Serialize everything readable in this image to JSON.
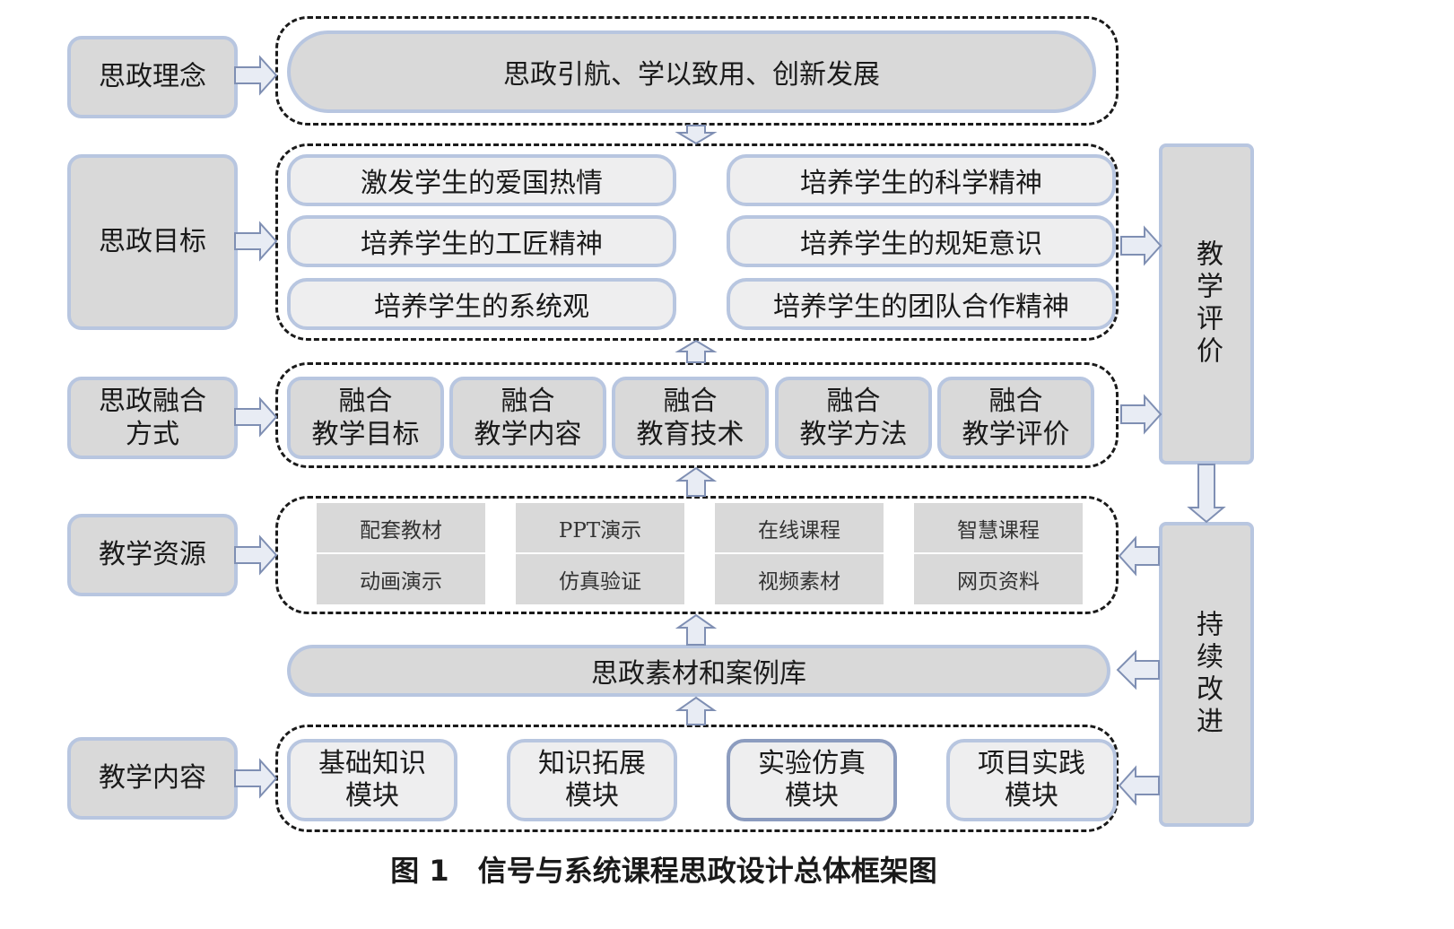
{
  "categories": {
    "philosophy": "思政理念",
    "goals": "思政目标",
    "fusion": "思政融合\n方式",
    "resources": "教学资源",
    "content": "教学内容"
  },
  "philosophy_statement": "思政引航、学以致用、创新发展",
  "goals": [
    "激发学生的爱国热情",
    "培养学生的科学精神",
    "培养学生的工匠精神",
    "培养学生的规矩意识",
    "培养学生的系统观",
    "培养学生的团队合作精神"
  ],
  "fusion_methods": [
    "融合\n教学目标",
    "融合\n教学内容",
    "融合\n教育技术",
    "融合\n教学方法",
    "融合\n教学评价"
  ],
  "resources": [
    [
      "配套教材",
      "动画演示"
    ],
    [
      "PPT演示",
      "仿真验证"
    ],
    [
      "在线课程",
      "视频素材"
    ],
    [
      "智慧课程",
      "网页资料"
    ]
  ],
  "material_library": "思政素材和案例库",
  "modules": [
    "基础知识\n模块",
    "知识拓展\n模块",
    "实验仿真\n模块",
    "项目实践\n模块"
  ],
  "side": {
    "evaluation": "教学评价",
    "improvement": "持续改进"
  },
  "caption": "图 1　信号与系统课程思政设计总体框架图",
  "colors": {
    "box_fill": "#d9d9d9",
    "light_fill": "#eeeeef",
    "box_border": "#b8c6e0",
    "arrow_fill": "#e8ecf4",
    "arrow_stroke": "#7f8fb3"
  }
}
